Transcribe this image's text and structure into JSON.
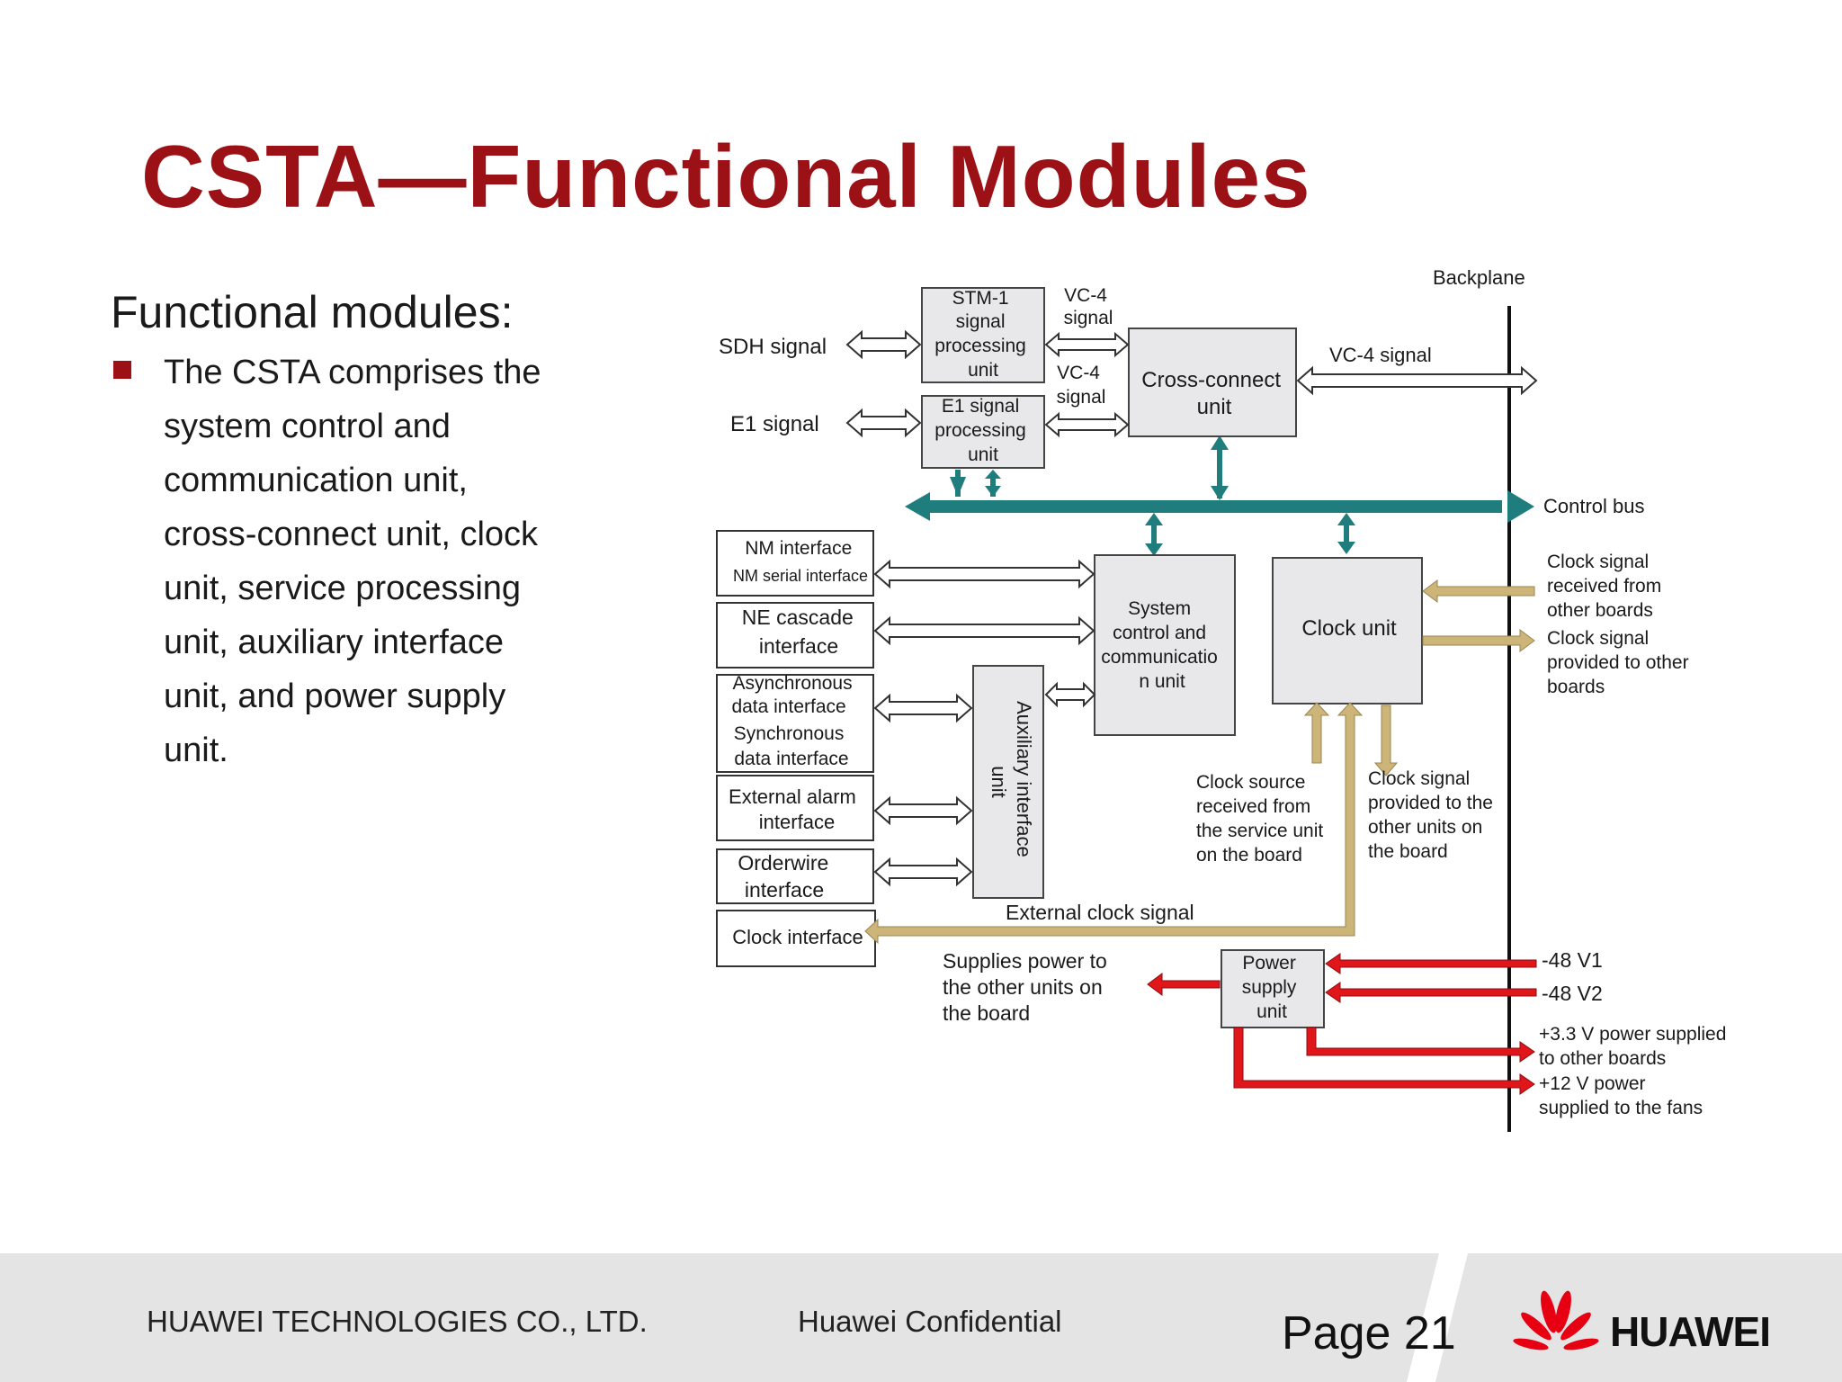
{
  "slide": {
    "title": "CSTA—Functional Modules",
    "subheading": "Functional modules:",
    "bullet_lines": [
      "The CSTA comprises the",
      "system control and",
      "communication unit,",
      "cross-connect unit, clock",
      "unit, service processing",
      "unit, auxiliary interface",
      "unit, and power supply",
      "unit."
    ]
  },
  "diagram": {
    "backplane_label": "Backplane",
    "stm1_unit": [
      "STM-1",
      "signal",
      "processing",
      "unit"
    ],
    "e1_unit": [
      "E1 signal",
      "processing",
      "unit"
    ],
    "cross_connect_unit": [
      "Cross-connect",
      "unit"
    ],
    "system_control_unit": [
      "System",
      "control and",
      "communicatio",
      "n unit"
    ],
    "clock_unit": "Clock unit",
    "auxiliary_unit": [
      "Auxiliary interface",
      "unit"
    ],
    "power_unit": [
      "Power",
      "supply",
      "unit"
    ],
    "sdh_signal": "SDH signal",
    "e1_signal": "E1 signal",
    "vc4_top": [
      "VC-4",
      "signal"
    ],
    "vc4_mid": [
      "VC-4",
      "signal"
    ],
    "vc4_right": "VC-4 signal",
    "control_bus": "Control bus",
    "nm_interface": [
      "NM interface",
      "NM serial interface"
    ],
    "ne_cascade": [
      "NE cascade",
      "interface"
    ],
    "async_sync": [
      "Asynchronous",
      "data interface",
      "Synchronous",
      "data interface"
    ],
    "external_alarm": [
      "External alarm",
      "interface"
    ],
    "orderwire": [
      "Orderwire",
      "interface"
    ],
    "clock_interface": "Clock interface",
    "clock_received": [
      "Clock signal",
      "received from",
      "other boards"
    ],
    "clock_provided": [
      "Clock signal",
      "provided to other",
      "boards"
    ],
    "clock_source": [
      "Clock source",
      "received from",
      "the service unit",
      "on the board"
    ],
    "clock_to_units": [
      "Clock signal",
      "provided to the",
      "other units on",
      "the board"
    ],
    "external_clock": "External clock signal",
    "supplies_power": [
      "Supplies power to",
      "the other units on",
      "the board"
    ],
    "v48_1": "-48 V1",
    "v48_2": "-48 V2",
    "v33": [
      "+3.3 V power supplied",
      "to other boards"
    ],
    "v12": [
      "+12 V power",
      "supplied to the fans"
    ]
  },
  "colors": {
    "title": "#9b1116",
    "bus": "#1f7d7d",
    "clock": "#cdb57a",
    "power": "#e0161b",
    "box_fill": "#e8e8ea",
    "footer_bg": "#e4e4e4"
  },
  "footer": {
    "company": "HUAWEI TECHNOLOGIES CO., LTD.",
    "confidential": "Huawei Confidential",
    "page": "Page 21",
    "logo_text": "HUAWEI"
  }
}
